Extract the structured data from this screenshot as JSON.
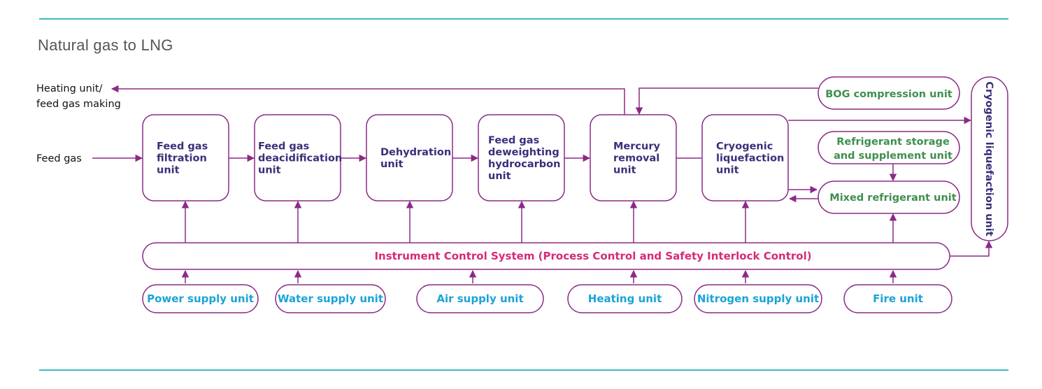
{
  "title": "Natural gas to LNG",
  "colors": {
    "rule": "#3bb8c3",
    "line": "#8b2a86",
    "process_text": "#3a2f7a",
    "aux_text": "#3f8f4f",
    "utility_text": "#1aa3d8",
    "control_text": "#d62a7a",
    "external_text": "#111111"
  },
  "external": {
    "heating_feed_gas": [
      "Heating unit/",
      "feed gas making"
    ],
    "feed_gas": "Feed gas"
  },
  "process_units": [
    {
      "id": "filtration",
      "lines": [
        "Feed gas",
        "filtration",
        "unit"
      ]
    },
    {
      "id": "deacidification",
      "lines": [
        "Feed gas",
        "deacidification",
        "unit"
      ]
    },
    {
      "id": "dehydration",
      "lines": [
        "Dehydration",
        "unit"
      ]
    },
    {
      "id": "deweighting",
      "lines": [
        "Feed gas",
        "deweighting",
        "hydrocarbon",
        "unit"
      ]
    },
    {
      "id": "mercury",
      "lines": [
        "Mercury",
        "removal",
        "unit"
      ]
    },
    {
      "id": "cryogenic",
      "lines": [
        "Cryogenic",
        "liquefaction",
        "unit"
      ]
    }
  ],
  "aux_units": {
    "bog": "BOG compression unit",
    "refrigerant_storage": [
      "Refrigerant storage",
      "and supplement unit"
    ],
    "mixed_refrigerant": "Mixed refrigerant unit"
  },
  "cryogenic_liquefaction_unit": "Cryogenic liquefaction unit",
  "control_system": "Instrument Control System (Process Control and Safety Interlock Control)",
  "utility_units": [
    {
      "id": "power",
      "label": "Power supply unit"
    },
    {
      "id": "water",
      "label": "Water supply unit"
    },
    {
      "id": "air",
      "label": "Air supply unit"
    },
    {
      "id": "heating",
      "label": "Heating unit"
    },
    {
      "id": "nitrogen",
      "label": "Nitrogen supply unit"
    },
    {
      "id": "fire",
      "label": "Fire unit"
    }
  ]
}
